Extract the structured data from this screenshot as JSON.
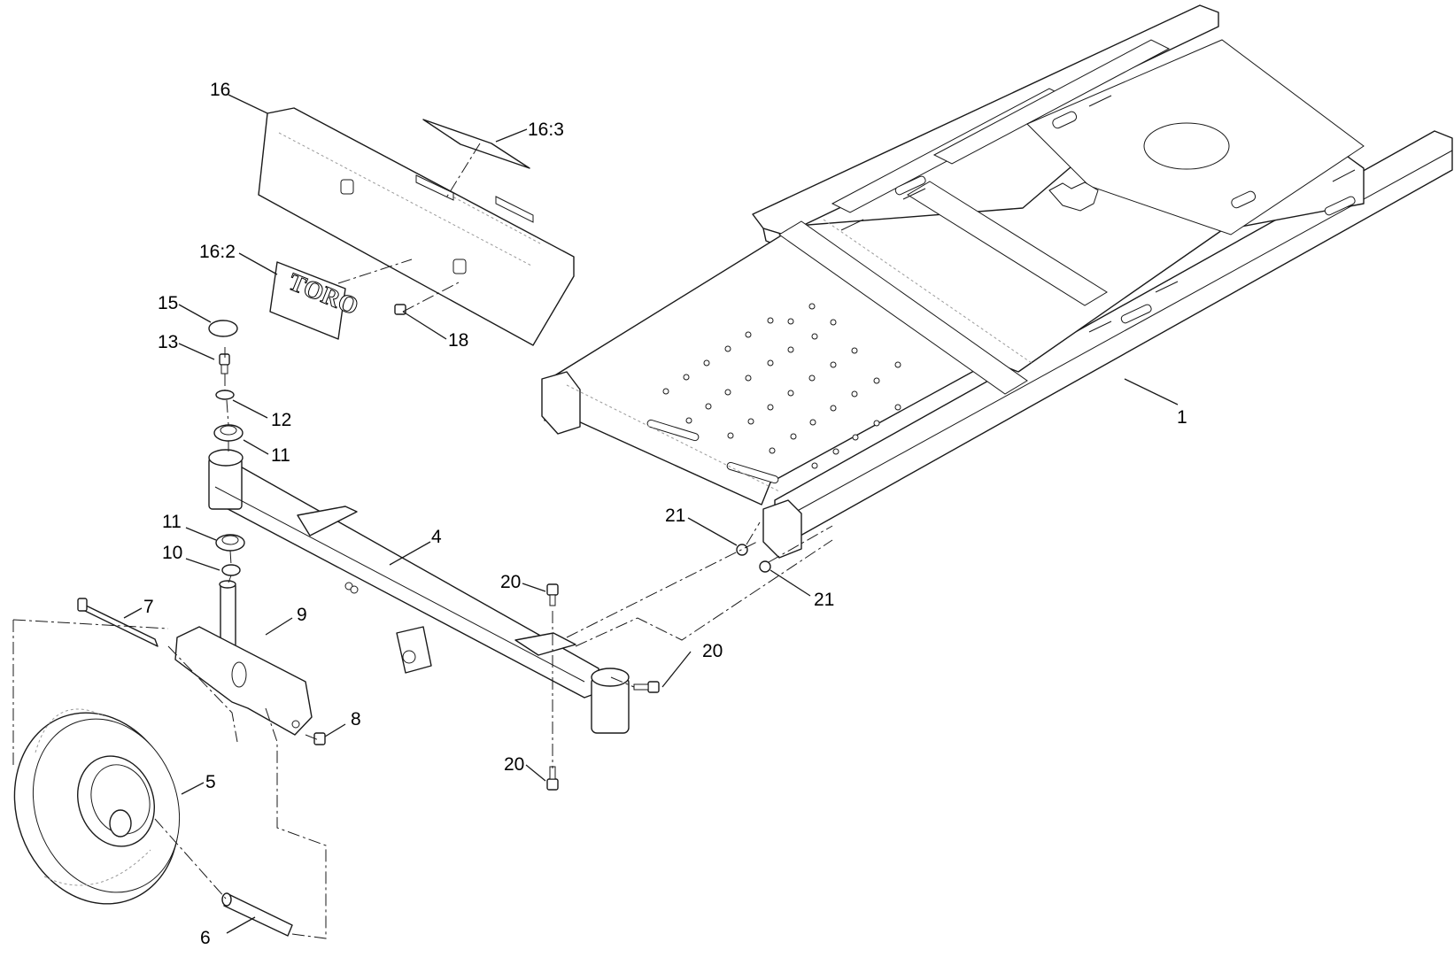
{
  "callouts": {
    "c1": "1",
    "c4": "4",
    "c5": "5",
    "c6": "6",
    "c7": "7",
    "c8": "8",
    "c9": "9",
    "c10": "10",
    "c11a": "11",
    "c11b": "11",
    "c12": "12",
    "c13": "13",
    "c15": "15",
    "c16": "16",
    "c16_2": "16:2",
    "c16_3": "16:3",
    "c18": "18",
    "c20a": "20",
    "c20b": "20",
    "c20c": "20",
    "c21a": "21",
    "c21b": "21"
  },
  "logo": {
    "text": "TORO"
  }
}
